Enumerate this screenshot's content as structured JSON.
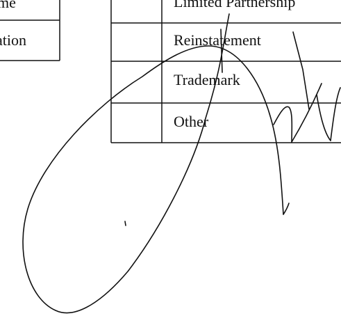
{
  "left_table": {
    "rows": [
      {
        "text": "me"
      },
      {
        "text": "ation"
      }
    ]
  },
  "right_table": {
    "rows": [
      {
        "text": "Limited Partnership"
      },
      {
        "text": "Reinstatement"
      },
      {
        "text": "Trademark"
      },
      {
        "text": "Other"
      }
    ]
  },
  "colors": {
    "ink": "#111111",
    "background": "#ffffff"
  }
}
